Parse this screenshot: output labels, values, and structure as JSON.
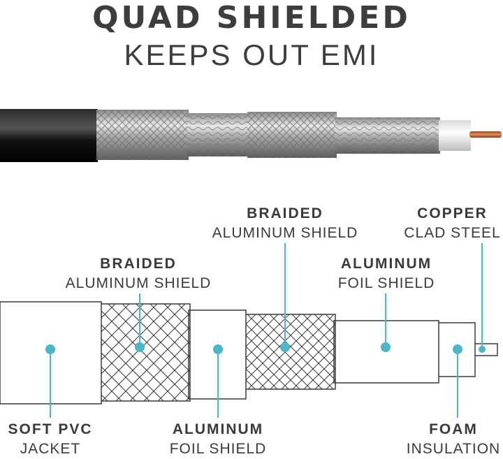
{
  "header": {
    "title": "QUAD SHIELDED",
    "subtitle": "KEEPS OUT EMI"
  },
  "labels": {
    "braided_top": {
      "bold": "BRAIDED",
      "sub": "ALUMINUM SHIELD"
    },
    "copper": {
      "bold": "COPPER",
      "sub": "CLAD STEEL"
    },
    "braided_left": {
      "bold": "BRAIDED",
      "sub": "ALUMINUM SHIELD"
    },
    "foil_top": {
      "bold": "ALUMINUM",
      "sub": "FOIL SHIELD"
    },
    "jacket": {
      "bold": "SOFT PVC",
      "sub": "JACKET"
    },
    "foil_bottom": {
      "bold": "ALUMINUM",
      "sub": "FOIL SHIELD"
    },
    "foam": {
      "bold": "FOAM",
      "sub": "INSULATION"
    }
  },
  "colors": {
    "accent": "#4ab8c8",
    "outline": "#3a3a3a",
    "text": "#3a3a3a"
  }
}
